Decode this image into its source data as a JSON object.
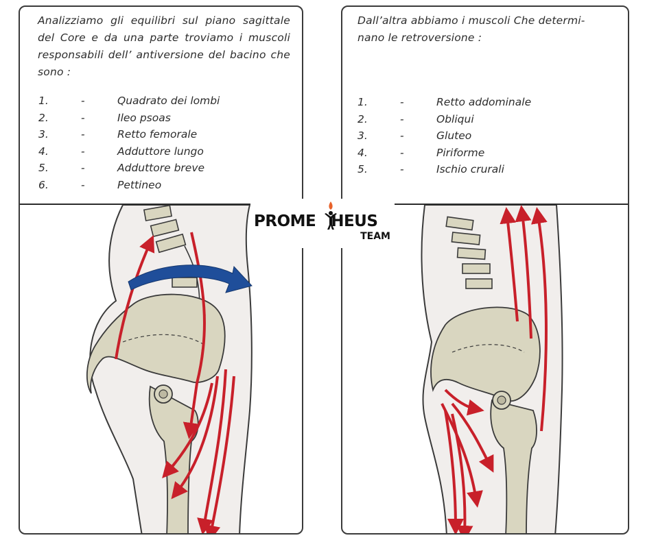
{
  "left": {
    "intro": "Analizziamo gli equilibri sul piano sagittale del Core e da una parte troviamo i muscoli responsabili dell’ antiversione del bacino che sono :",
    "items": [
      {
        "num": "1.",
        "dash": "-",
        "name": "Quadrato dei lombi"
      },
      {
        "num": "2.",
        "dash": "-",
        "name": "Ileo psoas"
      },
      {
        "num": "3.",
        "dash": "-",
        "name": "Retto femorale"
      },
      {
        "num": "4.",
        "dash": "-",
        "name": "Adduttore lungo"
      },
      {
        "num": "5.",
        "dash": "-",
        "name": "Adduttore breve"
      },
      {
        "num": "6.",
        "dash": "-",
        "name": "Pettineo"
      }
    ]
  },
  "right": {
    "intro": "Dall’altra abbiamo i muscoli Che determi- nano le retroversione :",
    "items": [
      {
        "num": "1.",
        "dash": "-",
        "name": "Retto addominale"
      },
      {
        "num": "2.",
        "dash": "-",
        "name": "Obliqui"
      },
      {
        "num": "3.",
        "dash": "-",
        "name": "Gluteo"
      },
      {
        "num": "4.",
        "dash": "-",
        "name": "Piriforme"
      },
      {
        "num": "5.",
        "dash": "-",
        "name": "Ischio crurali"
      }
    ]
  },
  "logo": {
    "main_left": "PROME",
    "main_right": "HEUS",
    "sub": "TEAM"
  },
  "colors": {
    "muscle_arrow": "#c8202a",
    "rotation_arrow": "#1f4e9a",
    "bone": "#d9d6c0",
    "body_outline": "#3a3a3a",
    "skin": "#f1eeec"
  },
  "icons": [
    "rotation-arrow-icon",
    "muscle-arrow-icon",
    "flame-figure-icon"
  ]
}
